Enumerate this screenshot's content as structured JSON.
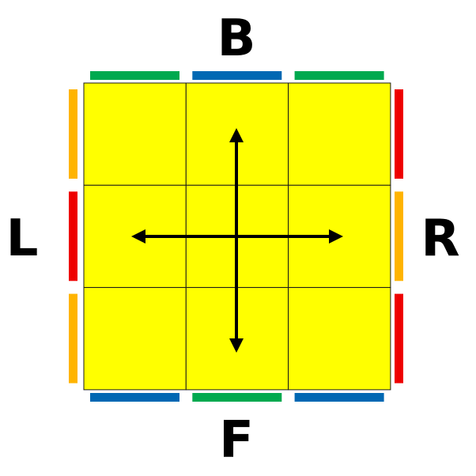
{
  "labels": {
    "back": "B",
    "front": "F",
    "left": "L",
    "right": "R"
  },
  "colors": {
    "yellow": "#ffff00",
    "green": "#00a94f",
    "blue": "#0068b3",
    "red": "#ee0000",
    "orange": "#ffb400"
  },
  "top_face": [
    [
      "yellow",
      "yellow",
      "yellow"
    ],
    [
      "yellow",
      "yellow",
      "yellow"
    ],
    [
      "yellow",
      "yellow",
      "yellow"
    ]
  ],
  "side_stickers": {
    "back": [
      "green",
      "blue",
      "green"
    ],
    "front": [
      "blue",
      "green",
      "blue"
    ],
    "left": [
      "orange",
      "red",
      "orange"
    ],
    "right": [
      "red",
      "orange",
      "red"
    ]
  },
  "arrows": [
    {
      "name": "horizontal-double-arrow",
      "direction": "left-right"
    },
    {
      "name": "vertical-double-arrow",
      "direction": "up-down"
    }
  ]
}
